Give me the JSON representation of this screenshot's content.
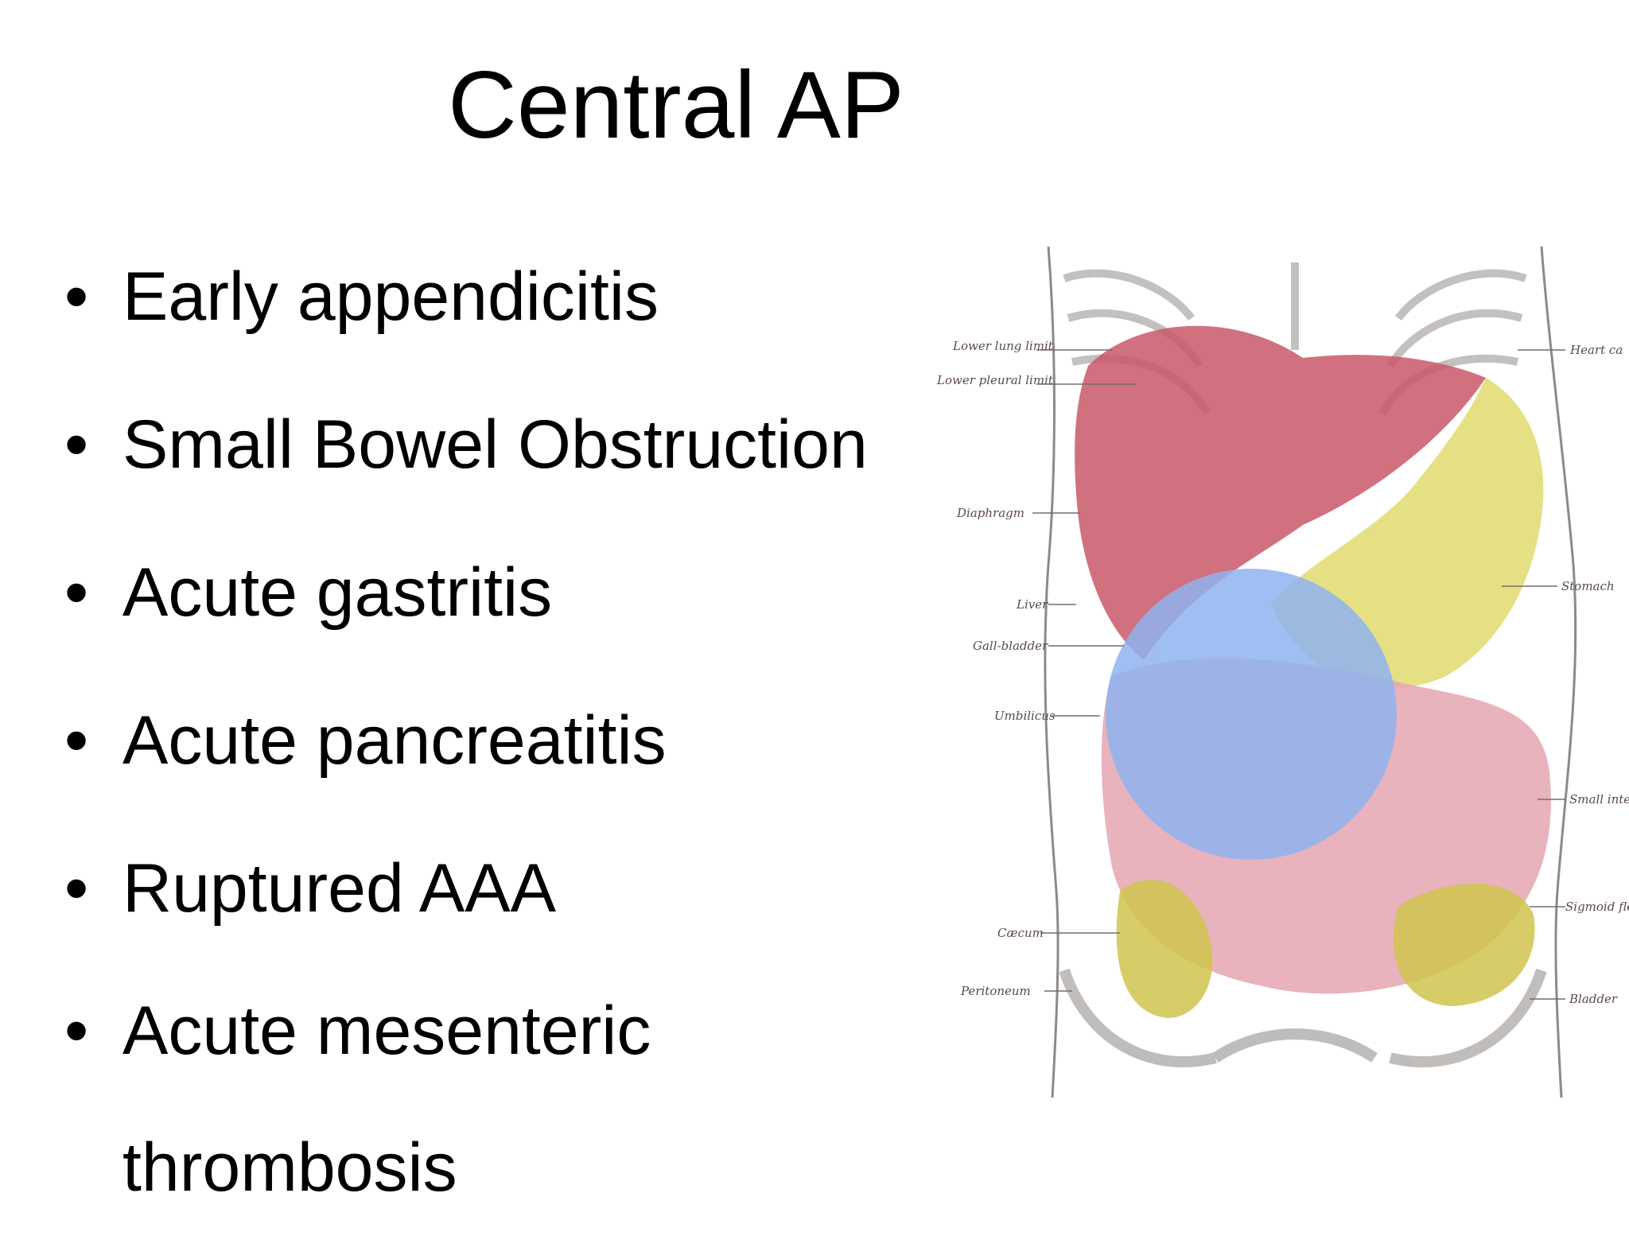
{
  "slide": {
    "title": "Central AP",
    "bullets": [
      "Early appendicitis",
      "Small Bowel Obstruction",
      "Acute gastritis",
      "Acute pancreatitis",
      "Ruptured AAA",
      "Acute mesenteric thrombosis"
    ],
    "bullet_glyph": "•"
  },
  "figure": {
    "labels_left": [
      "Lower lung limit",
      "Lower pleural limit",
      "Diaphragm",
      "Liver",
      "Gall-bladder",
      "Umbilicus",
      "Cæcum",
      "Peritoneum"
    ],
    "labels_right": [
      "Heart ca",
      "Stomach",
      "Small inte",
      "Sigmoid flexure",
      "Bladder"
    ],
    "colors": {
      "liver": "#c9586a",
      "stomach": "#e0db6e",
      "small_intestine": "#e4a6b2",
      "colon": "#cfc44e",
      "highlight_circle": "#8fb3ee",
      "bone": "#d9d6d4"
    }
  }
}
